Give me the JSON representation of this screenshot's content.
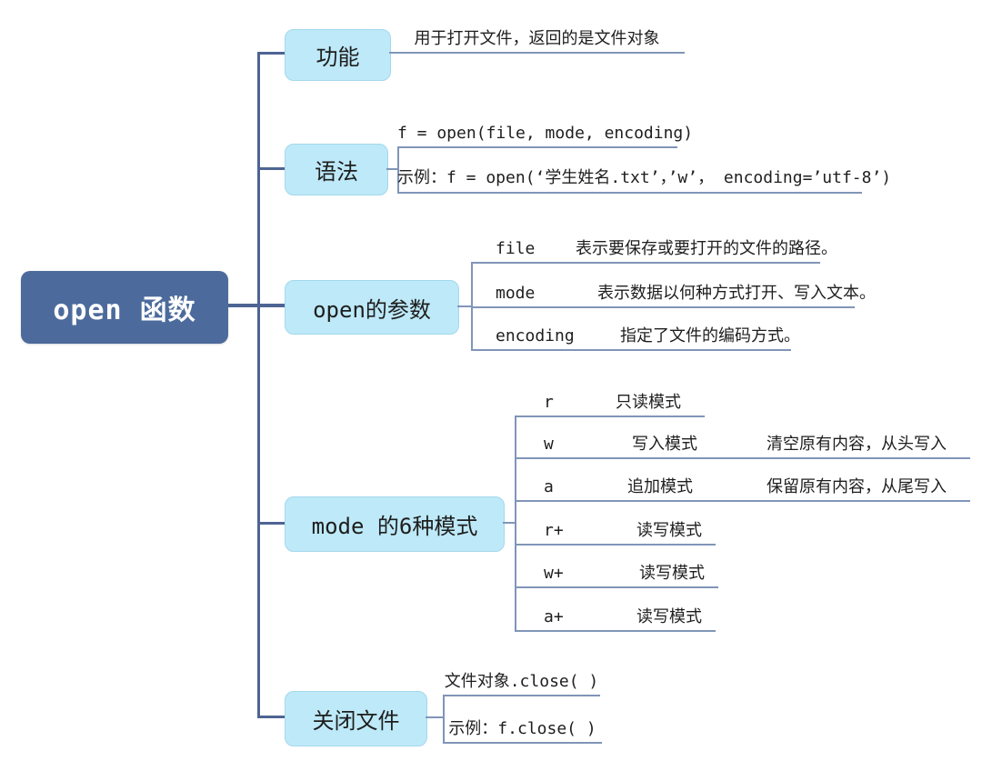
{
  "root": {
    "label": "open 函数"
  },
  "branches": [
    {
      "label": "功能",
      "children": [
        {
          "text": "用于打开文件，返回的是文件对象"
        }
      ]
    },
    {
      "label": "语法",
      "children": [
        {
          "text": "f = open(file, mode, encoding)"
        },
        {
          "text": "示例：f = open(‘学生姓名.txt’，’w’， encoding=’utf-8’)"
        }
      ]
    },
    {
      "label": "open的参数",
      "children": [
        {
          "term": "file",
          "desc": "表示要保存或要打开的文件的路径。"
        },
        {
          "term": "mode",
          "desc": "表示数据以何种方式打开、写入文本。"
        },
        {
          "term": "encoding",
          "desc": "指定了文件的编码方式。"
        }
      ]
    },
    {
      "label": "mode 的6种模式",
      "children": [
        {
          "term": "r",
          "desc": "只读模式",
          "note": ""
        },
        {
          "term": "w",
          "desc": "写入模式",
          "note": "清空原有内容，从头写入"
        },
        {
          "term": "a",
          "desc": "追加模式",
          "note": "保留原有内容，从尾写入"
        },
        {
          "term": "r+",
          "desc": "读写模式",
          "note": ""
        },
        {
          "term": "w+",
          "desc": "读写模式",
          "note": ""
        },
        {
          "term": "a+",
          "desc": "读写模式",
          "note": ""
        }
      ]
    },
    {
      "label": "关闭文件",
      "children": [
        {
          "text": "文件对象.close( )"
        },
        {
          "text": "示例：f.close( )"
        }
      ]
    }
  ],
  "colors": {
    "root_fill": "#4c6b9c",
    "branch_fill": "#bee9f8",
    "branch_border": "#a3d8ec",
    "trunk_line": "#4e6493",
    "leaf_line": "#8095b8",
    "text": "#1e1e1e",
    "root_text": "#ffffff"
  }
}
